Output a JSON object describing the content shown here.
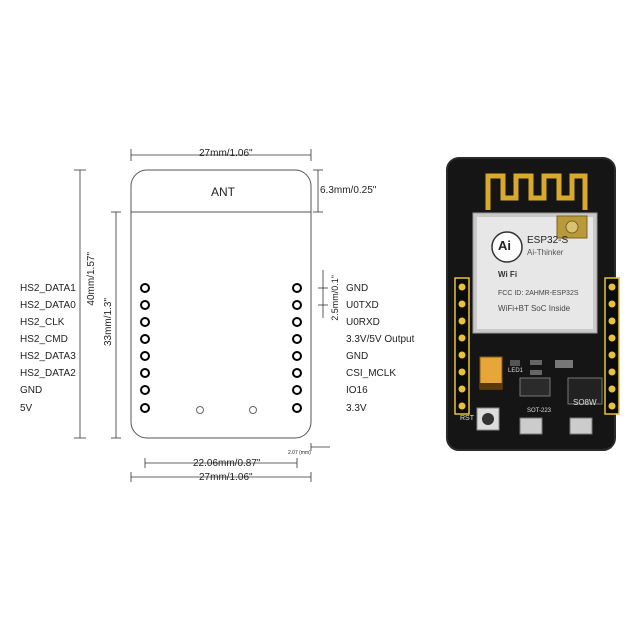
{
  "outline": {
    "width_top": "27mm/1.06\"",
    "antenna_height": "6.3mm/0.25\"",
    "antenna_label": "ANT",
    "height_total": "40mm/1.57\"",
    "height_pins": "33mm/1.3\"",
    "pin_pitch": "2.5mm/0.1\"",
    "row_spacing": "22.06mm/0.87\"",
    "width_bottom": "27mm/1.06\"",
    "pin_offset": "2.07 (mm)"
  },
  "left_pins": [
    "HS2_DATA1",
    "HS2_DATA0",
    "HS2_CLK",
    "HS2_CMD",
    "HS2_DATA3",
    "HS2_DATA2",
    "GND",
    "5V"
  ],
  "right_pins": [
    "GND",
    "U0TXD",
    "U0RXD",
    "3.3V/5V Output",
    "GND",
    "CSI_MCLK",
    "IO16",
    "3.3V"
  ],
  "board": {
    "module_name": "ESP32-S",
    "module_brand": "Ai-Thinker",
    "logo_text": "Ai",
    "fcc_id": "FCC ID: 2AHMR-ESP32S",
    "module_desc": "WiFi+BT SoC Inside",
    "wifi_mark": "Wi Fi",
    "reset_label": "RST",
    "led_label": "LED1",
    "sot_label": "SOT-223",
    "chip_mark": "SO8W"
  }
}
